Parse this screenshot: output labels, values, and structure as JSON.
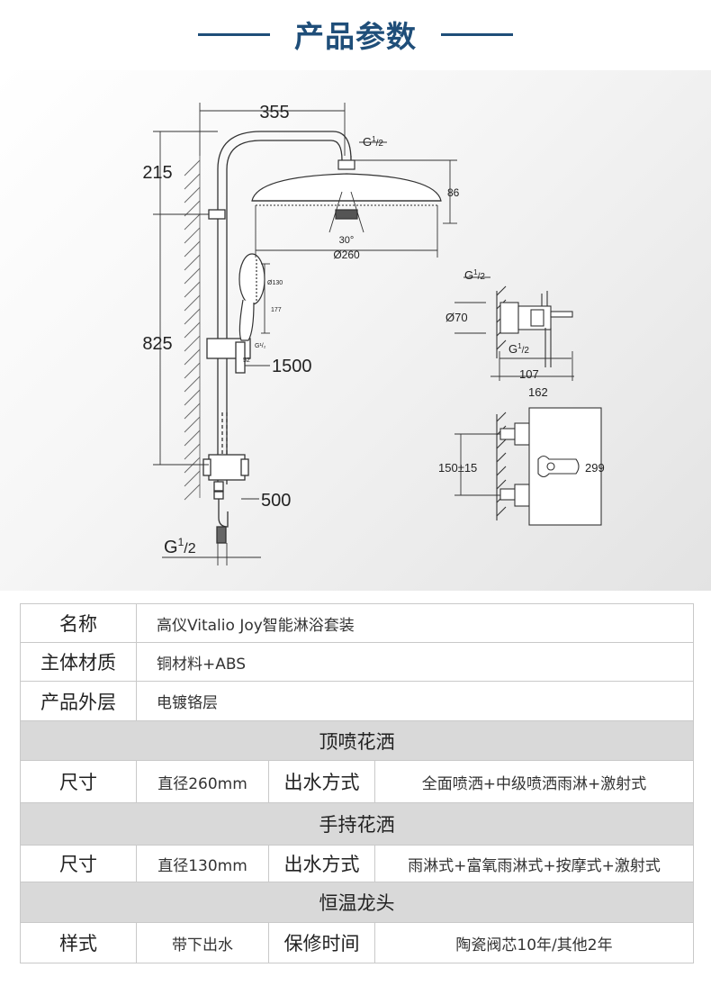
{
  "header": {
    "title": "产品参数"
  },
  "drawing": {
    "dim_355": "355",
    "dim_215": "215",
    "dim_825": "825",
    "dim_1500": "1500",
    "dim_500": "500",
    "thread_main": "G",
    "thread_sup": "1",
    "thread_sub": "/2",
    "head_thread_label": "G",
    "dim_86": "86",
    "angle_30": "30°",
    "dia_260": "Ø260",
    "dia_130": "Ø130",
    "dim_177": "177",
    "dim_g_small": "G¹/₂",
    "dim_52": "52",
    "dia_70": "Ø70",
    "dim_107": "107",
    "dim_162": "162",
    "dim_150": "150±15",
    "dim_299": "299"
  },
  "table": {
    "rows": [
      {
        "label": "名称",
        "value": "高仪Vitalio Joy智能淋浴套装"
      },
      {
        "label": "主体材质",
        "value": "铜材料+ABS"
      },
      {
        "label": "产品外层",
        "value": "电镀铬层"
      }
    ],
    "sections": [
      {
        "title": "顶喷花洒",
        "cells": [
          "尺寸",
          "直径260mm",
          "出水方式",
          "全面喷洒+中级喷洒雨淋+激射式"
        ]
      },
      {
        "title": "手持花洒",
        "cells": [
          "尺寸",
          "直径130mm",
          "出水方式",
          "雨淋式+富氧雨淋式+按摩式+激射式"
        ]
      },
      {
        "title": "恒温龙头",
        "cells": [
          "样式",
          "带下出水",
          "保修时间",
          "陶瓷阀芯10年/其他2年"
        ]
      }
    ]
  },
  "colors": {
    "accent": "#1f4e79",
    "section_bg": "#d9d9d9",
    "border": "#c9c9c9"
  }
}
